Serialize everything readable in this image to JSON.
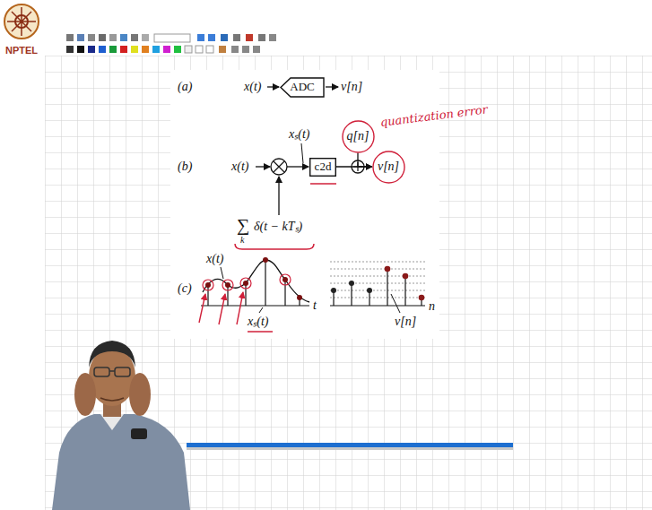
{
  "diagram": {
    "nodes": [
      {
        "text": [
          "ADC"
        ]
      },
      {
        "text": [
          "c2d"
        ]
      },
      {
        "text": [
          "q[n]"
        ]
      },
      {
        "text": [
          "v[n]"
        ]
      }
    ],
    "edges": [
      {
        "from": 1,
        "to": 3,
        "arrow": "to"
      },
      {
        "from": 2,
        "to": 3,
        "arrow": "to"
      }
    ],
    "labels": [
      "(a)",
      "x(t)",
      "v[n]",
      "(b)",
      "x(t)",
      "xₛ(t)",
      "quantization error",
      "∑",
      "k",
      "δ(t − kTₛ)",
      "(c)",
      "x(t)",
      "xₛ(t)",
      "t",
      "v[n]",
      "n",
      "NPTEL"
    ]
  }
}
